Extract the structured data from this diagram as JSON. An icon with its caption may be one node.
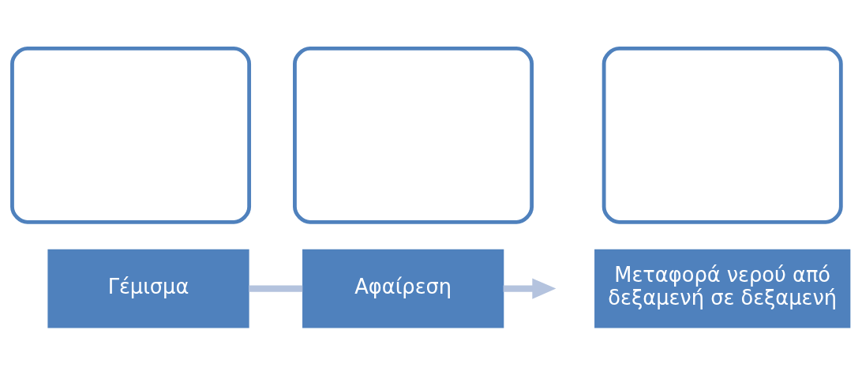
{
  "diagram": {
    "nodes": [
      {
        "text": [],
        "shape": "box"
      },
      {
        "text": [],
        "shape": "box"
      },
      {
        "text": [],
        "shape": "box"
      },
      {
        "text": [
          "Γέμισμα"
        ]
      },
      {
        "text": [
          "Αφαίρεση"
        ]
      },
      {
        "text": [
          "Μεταφορά νερού από δεξαμενή σε δεξαμενή"
        ]
      }
    ],
    "edges": [
      {
        "from": 3,
        "to": 4,
        "arrow": "none"
      },
      {
        "from": 4,
        "to": null,
        "arrow": "to"
      }
    ]
  }
}
